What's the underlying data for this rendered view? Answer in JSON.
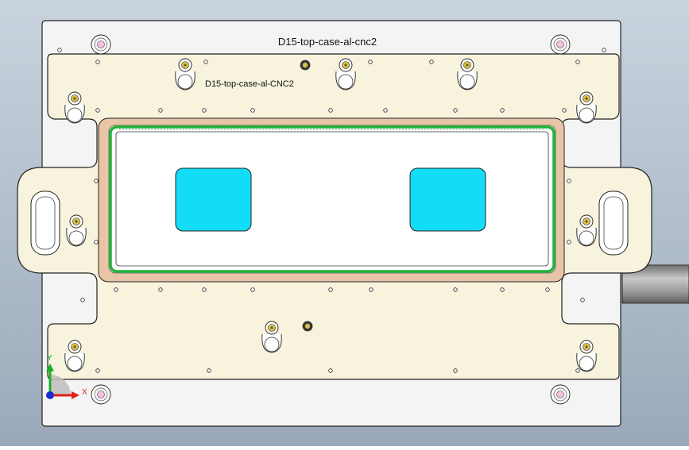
{
  "labels": {
    "part_name": "D15-top-case-al-cnc2",
    "plate_engraving": "D15-top-case-al-CNC2"
  },
  "triad": {
    "x_axis": "X",
    "y_axis": "Y"
  },
  "colors": {
    "background_top": "#c9d3de",
    "background_bottom": "#9aa9ba",
    "base_plate": "#f4f4f4",
    "fixture_plate": "#f7f3dc",
    "copper_frame": "#e7c5a6",
    "green_gasket": "#22b33a",
    "cyan_window": "#12dcf6",
    "brass_screw": "#d7c34e",
    "pink_bushing": "#f5bfe0",
    "cylinder": "#9a9a9a"
  }
}
